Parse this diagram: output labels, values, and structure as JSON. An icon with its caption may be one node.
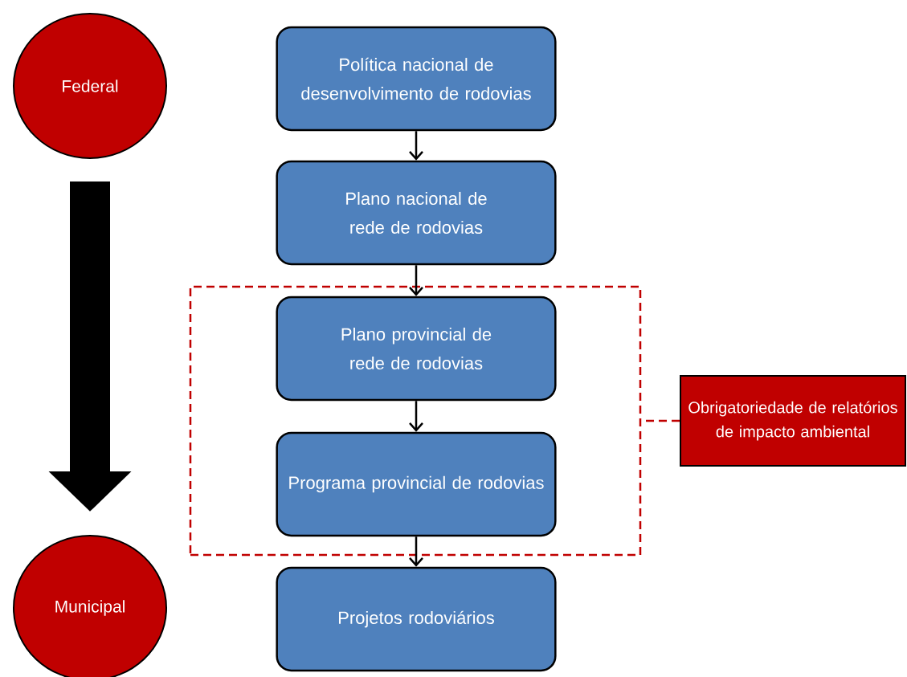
{
  "diagram": {
    "nodes": [
      {
        "text": [
          "Federal"
        ]
      },
      {
        "text": [
          "Política nacional de desenvolvimento de rodovias"
        ]
      },
      {
        "text": [
          "Plano nacional de rede de rodovias"
        ]
      },
      {
        "text": [],
        "shape": "box"
      },
      {
        "text": [
          "Plano provincial de rede de rodovias"
        ],
        "in": 3
      },
      {
        "text": [
          "Programa provincial de rodovias"
        ],
        "in": 3
      },
      {
        "text": [
          "Projetos rodoviários"
        ]
      },
      {
        "text": [
          "Obrigatoriedade de relatórios de impacto ambiental"
        ]
      },
      {
        "text": [
          "Municipal"
        ]
      }
    ],
    "edges": [
      {
        "from": 1,
        "to": 2,
        "arrow": "to"
      },
      {
        "from": 2,
        "to": 4,
        "arrow": "to"
      },
      {
        "from": 4,
        "to": 5,
        "arrow": "to"
      },
      {
        "from": 5,
        "to": 6,
        "arrow": "to"
      },
      {
        "from": 0,
        "to": 8,
        "arrow": "to",
        "style": "thick"
      },
      {
        "from": 7,
        "to": 3,
        "arrow": "none",
        "style": "dashed",
        "color": "#c00000"
      }
    ]
  }
}
